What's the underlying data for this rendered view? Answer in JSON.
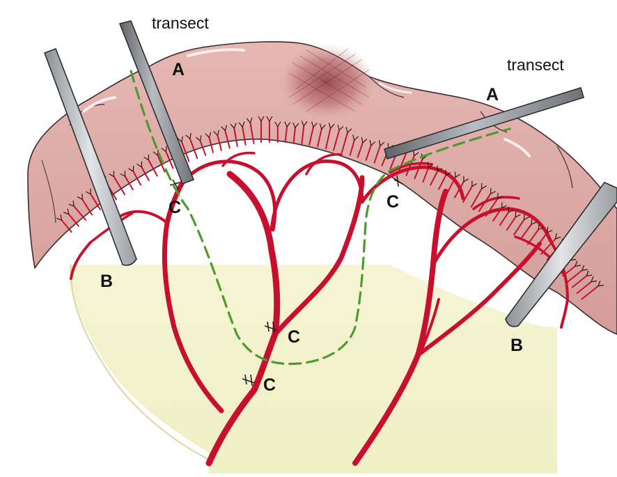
{
  "labels": {
    "transect": "transect",
    "clamp": "A",
    "bowel_clamp": "B",
    "ligature": "C"
  },
  "colors": {
    "mesentery": "#f3f1c9",
    "bowel": "#d8a3a0",
    "bowel_outline": "#3a2a2a",
    "vessel": "#c8102e",
    "vessel_dark": "#8e0a1f",
    "resection_line": "#4e9a2e",
    "instrument": "#8d8f92",
    "instrument_light": "#c8cbcf"
  }
}
